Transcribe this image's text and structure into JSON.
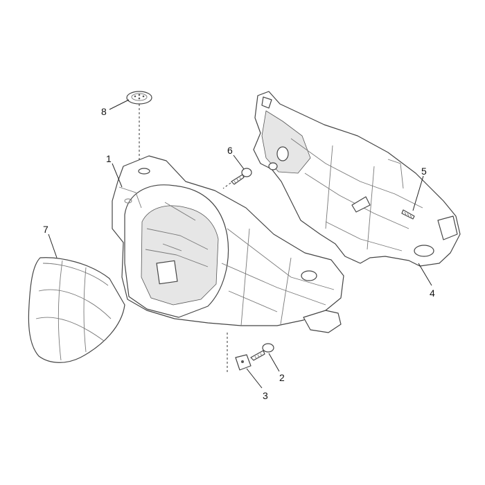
{
  "callouts": [
    {
      "id": "part-1",
      "label": "1"
    },
    {
      "id": "part-2",
      "label": "2"
    },
    {
      "id": "part-3",
      "label": "3"
    },
    {
      "id": "part-4",
      "label": "4"
    },
    {
      "id": "part-5",
      "label": "5"
    },
    {
      "id": "part-6",
      "label": "6"
    },
    {
      "id": "part-7",
      "label": "7"
    },
    {
      "id": "part-8",
      "label": "8"
    }
  ]
}
